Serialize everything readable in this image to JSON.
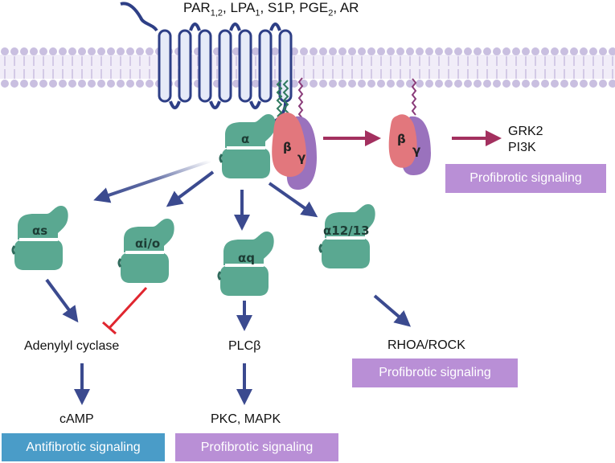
{
  "receptors_label": {
    "main": "PAR",
    "sub1": "1,2",
    "after1": ", LPA",
    "sub2": "1",
    "after2": ", S1P, PGE",
    "sub3": "2",
    "after3": ", AR"
  },
  "subunits": {
    "alpha": "α",
    "beta": "β",
    "gamma": "γ"
  },
  "galpha_subtypes": [
    "αs",
    "αi/o",
    "αq",
    "α12/13"
  ],
  "effectors": {
    "beta_gamma": [
      "GRK2",
      "PI3K"
    ],
    "adenylyl_cyclase": "Adenylyl cyclase",
    "camp": "cAMP",
    "plcb": "PLCβ",
    "pkc_mapk": "PKC, MAPK",
    "rhoa_rock": "RHOA/ROCK"
  },
  "signaling_boxes": {
    "betagamma": "Profibrotic signaling",
    "rhoa": "Profibrotic signaling",
    "antifibrotic": "Antifibrotic signaling",
    "plc": "Profibrotic signaling"
  },
  "colors": {
    "membrane": "#c9bfe0",
    "receptor": "#2e3f86",
    "receptor_fill": "#e6ebf8",
    "galpha": "#5aa891",
    "galpha_dark": "#2f6b5c",
    "beta": "#e2777d",
    "gamma": "#9a72bd",
    "arrow_blue": "#3b4a8f",
    "arrow_magenta": "#a3305f",
    "inhibit": "#e0262f",
    "profibrotic": "#b98fd6",
    "antifibrotic": "#4a9cc8"
  }
}
